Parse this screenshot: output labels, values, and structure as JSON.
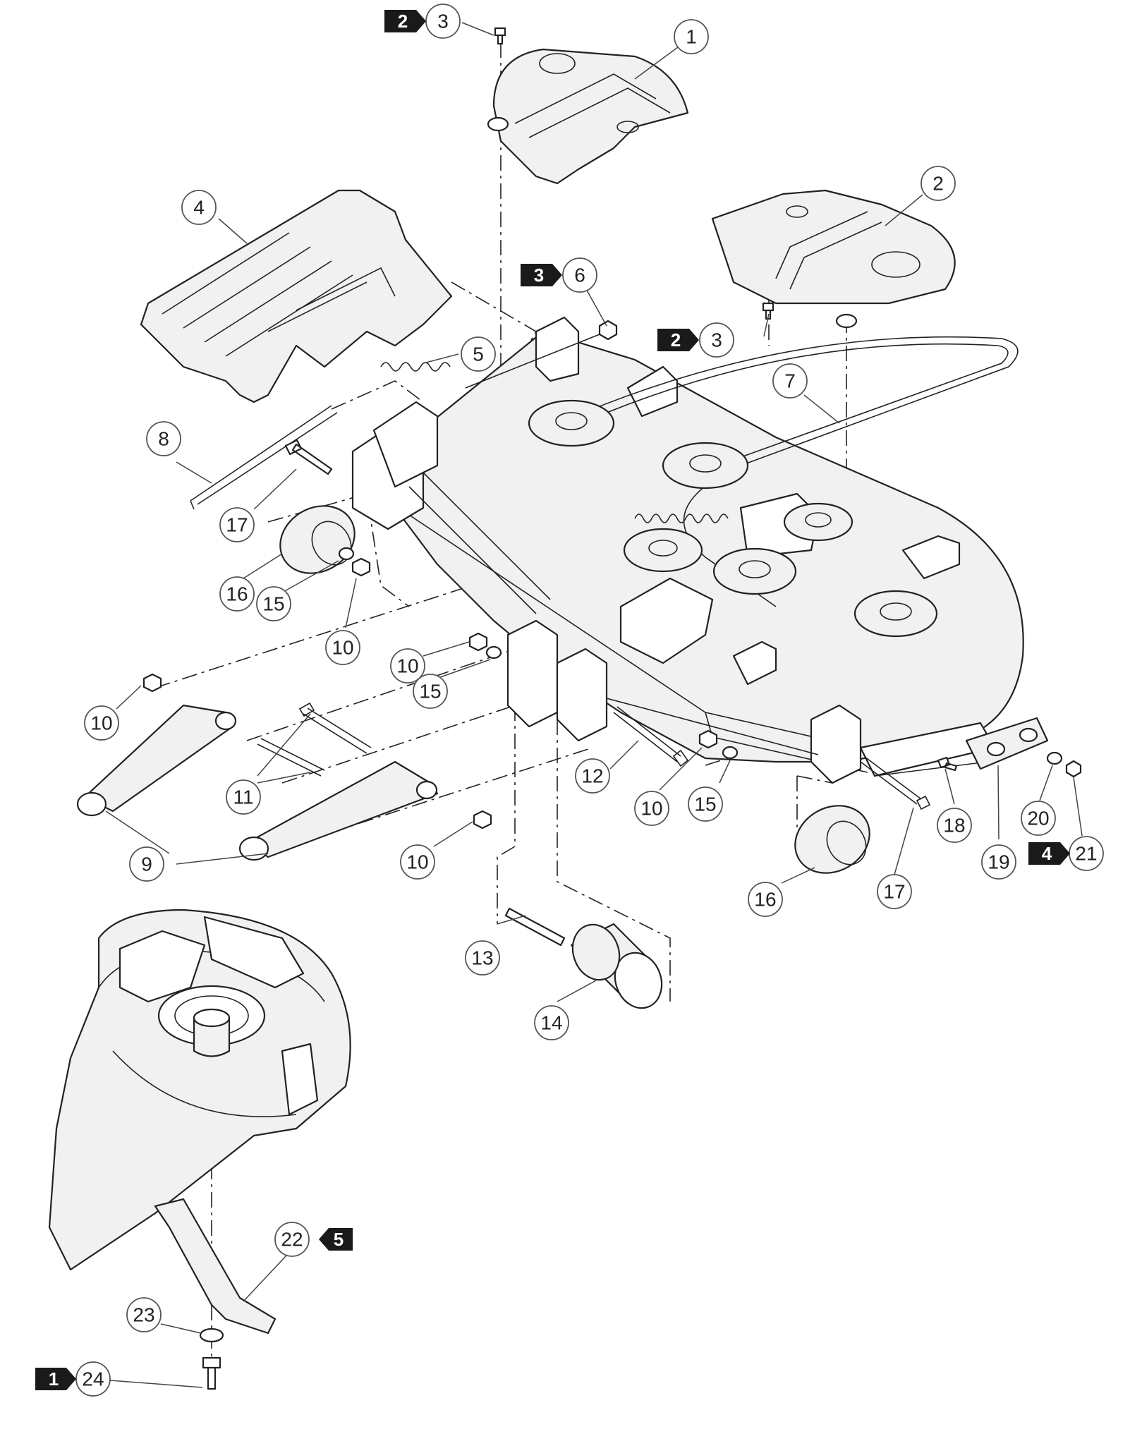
{
  "callouts": [
    {
      "id": "c1",
      "label": "1"
    },
    {
      "id": "c2",
      "label": "2"
    },
    {
      "id": "c3a",
      "label": "3"
    },
    {
      "id": "c3b",
      "label": "3"
    },
    {
      "id": "c4",
      "label": "4"
    },
    {
      "id": "c5",
      "label": "5"
    },
    {
      "id": "c6",
      "label": "6"
    },
    {
      "id": "c7",
      "label": "7"
    },
    {
      "id": "c8",
      "label": "8"
    },
    {
      "id": "c9",
      "label": "9"
    },
    {
      "id": "c10a",
      "label": "10"
    },
    {
      "id": "c10b",
      "label": "10"
    },
    {
      "id": "c10c",
      "label": "10"
    },
    {
      "id": "c10d",
      "label": "10"
    },
    {
      "id": "c10e",
      "label": "10"
    },
    {
      "id": "c11",
      "label": "11"
    },
    {
      "id": "c12",
      "label": "12"
    },
    {
      "id": "c13",
      "label": "13"
    },
    {
      "id": "c14",
      "label": "14"
    },
    {
      "id": "c15a",
      "label": "15"
    },
    {
      "id": "c15b",
      "label": "15"
    },
    {
      "id": "c15c",
      "label": "15"
    },
    {
      "id": "c16a",
      "label": "16"
    },
    {
      "id": "c16b",
      "label": "16"
    },
    {
      "id": "c17a",
      "label": "17"
    },
    {
      "id": "c17b",
      "label": "17"
    },
    {
      "id": "c18",
      "label": "18"
    },
    {
      "id": "c19",
      "label": "19"
    },
    {
      "id": "c20",
      "label": "20"
    },
    {
      "id": "c21",
      "label": "21"
    },
    {
      "id": "c22",
      "label": "22"
    },
    {
      "id": "c23",
      "label": "23"
    },
    {
      "id": "c24",
      "label": "24"
    }
  ],
  "flags": [
    {
      "id": "f2a",
      "label": "2"
    },
    {
      "id": "f2b",
      "label": "2"
    },
    {
      "id": "f3",
      "label": "3"
    },
    {
      "id": "f4",
      "label": "4"
    },
    {
      "id": "f5",
      "label": "5"
    },
    {
      "id": "f1",
      "label": "1"
    }
  ],
  "colors": {
    "line": "#222222",
    "fill": "#f1f1f1",
    "flag": "#1a1a1a"
  }
}
